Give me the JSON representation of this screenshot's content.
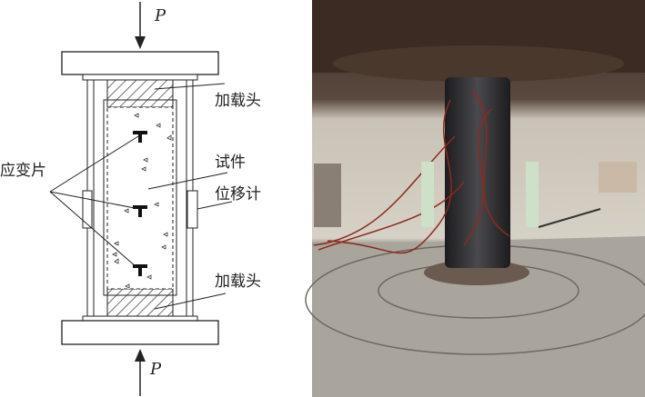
{
  "diagram": {
    "load_top": "P",
    "load_bottom": "P",
    "loading_head_top": "加载头",
    "specimen": "试件",
    "displacement_meter": "位移计",
    "loading_head_bottom": "加载头",
    "strain_gauge": "应变片"
  }
}
